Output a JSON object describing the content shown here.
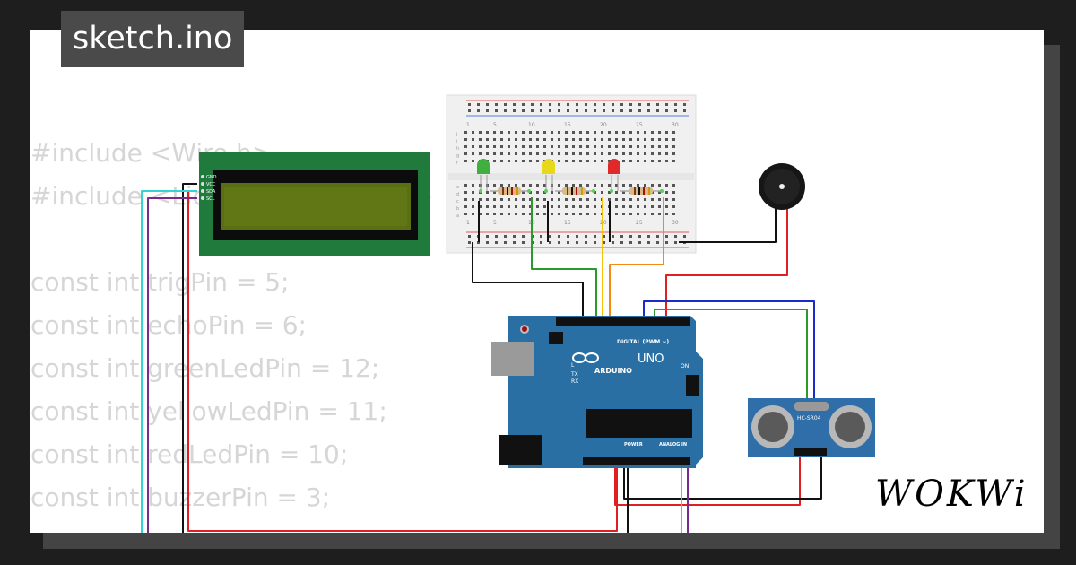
{
  "title": "sketch.ino",
  "code_lines": [
    "#include <Wire.h>",
    "#include <LiquidCrystal_I2C.h>",
    "",
    "const int trigPin = 5;",
    "const int echoPin = 6;",
    "const int greenLedPin = 12;",
    "const int yellowLedPin = 11;",
    "const int redLedPin = 10;",
    "const int buzzerPin = 3;"
  ],
  "brand_logo": "WOKWi",
  "components": {
    "lcd_pins": [
      "GND",
      "VCC",
      "SDA",
      "SCL"
    ],
    "arduino": {
      "brand": "ARDUINO",
      "model": "UNO",
      "digital_header": "DIGITAL (PWM ~)",
      "power_header": "POWER",
      "analog_header": "ANALOG IN",
      "on_label": "ON",
      "tx_label": "TX",
      "rx_label": "RX",
      "l_label": "L"
    },
    "sensor": {
      "label": "HC-SR04"
    },
    "breadboard_columns": [
      "1",
      "5",
      "10",
      "15",
      "20",
      "25",
      "30"
    ],
    "breadboard_rows": [
      "a",
      "b",
      "c",
      "d",
      "e",
      "f",
      "g",
      "h",
      "i",
      "j"
    ]
  },
  "colors": {
    "background": "#1e1e1e",
    "card": "#ffffff",
    "tab": "#4a4a4a",
    "code_text": "#d6d6d6",
    "lcd_board": "#1f7a3c",
    "lcd_screen": "#5a6e14",
    "arduino_board": "#2a6fa3",
    "sensor_board": "#2f6ea8",
    "led_green": "#3fb03f",
    "led_yellow": "#e8d81a",
    "led_red": "#e02a2a",
    "wire_black": "#111111",
    "wire_red": "#e02020",
    "wire_green": "#2a9a2a",
    "wire_blue": "#1a2acc",
    "wire_yellow": "#f2c20c",
    "wire_orange": "#f08c10",
    "wire_cyan": "#35d4d4",
    "wire_purple": "#7a2a8a"
  }
}
